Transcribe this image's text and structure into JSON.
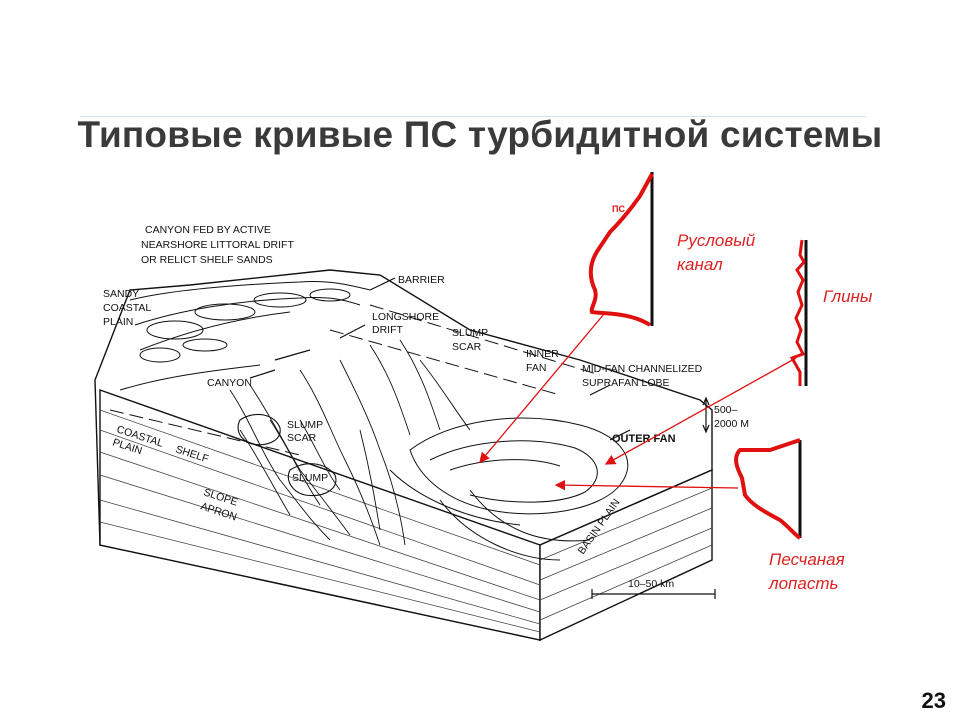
{
  "slide": {
    "title": "Типовые кривые ПС турбидитной системы",
    "number": "23"
  },
  "diagram_labels": {
    "canyon_feed_1": "CANYON FED BY ACTIVE",
    "canyon_feed_2": "NEARSHORE LITTORAL DRIFT",
    "canyon_feed_3": "OR RELICT SHELF SANDS",
    "sandy_1": "SANDY",
    "sandy_2": "COASTAL",
    "sandy_3": "PLAIN",
    "barrier": "BARRIER",
    "longshore_1": "LONGSHORE",
    "longshore_2": "DRIFT",
    "slump_scar_1": "SLUMP",
    "slump_scar_2": "SCAR",
    "inner_fan_1": "INNER",
    "inner_fan_2": "FAN",
    "midfan_1": "MID-FAN CHANNELIZED",
    "midfan_2": "SUPRAFAN LOBE",
    "canyon": "CANYON",
    "coastal_plain_1": "COASTAL",
    "coastal_plain_2": "PLAIN",
    "shelf": "SHELF",
    "slump_scar2_1": "SLUMP",
    "slump_scar2_2": "SCAR",
    "slump": "SLUMP",
    "slope_1": "SLOPE",
    "slope_2": "APRON",
    "depth_1": "500–",
    "depth_2": "2000 M",
    "outer_fan": "OUTER FAN",
    "basin_plain": "BASIN PLAIN",
    "scale": "10–50 km"
  },
  "sp_curves": {
    "ps_label": "ПС",
    "channel_1": "Русловый",
    "channel_2": "канал",
    "clays": "Глины",
    "lobe_1": "Песчаная",
    "lobe_2": "лопасть"
  },
  "colors": {
    "curve": "#e01010",
    "arrow": "#e01010",
    "ink": "#111111",
    "title": "#3a3a3a"
  }
}
